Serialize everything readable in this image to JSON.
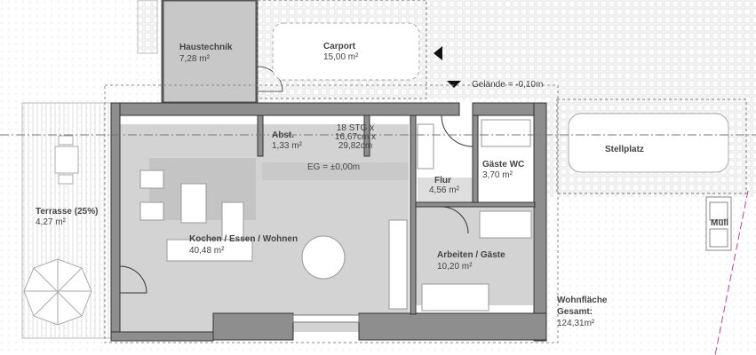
{
  "rooms": {
    "haustechnik": {
      "name": "Haustechnik",
      "area": "7,28 m²"
    },
    "carport": {
      "name": "Carport",
      "area": "15,00 m²"
    },
    "abst": {
      "name": "Abst.",
      "area": "1,33 m²"
    },
    "stairs": {
      "line1": "18 STG x",
      "line2": "16,67cm x",
      "line3": "29,82cm"
    },
    "gaeste_wc": {
      "name": "Gäste WC",
      "area": "3,70 m²"
    },
    "flur": {
      "name": "Flur",
      "area": "4,56 m²"
    },
    "terrasse": {
      "name": "Terrasse (25%)",
      "area": "4,27 m²"
    },
    "kochen": {
      "name": "Kochen / Essen / Wohnen",
      "area": "40,48 m²"
    },
    "arbeiten": {
      "name": "Arbeiten / Gäste",
      "area": "10,20 m²"
    },
    "stellplatz": {
      "name": "Stellplatz"
    },
    "muell": {
      "name": "Müll"
    }
  },
  "levels": {
    "gelaende": "Gelände = -0,10m",
    "eg": "EG = ±0,00m"
  },
  "summary": {
    "line1": "Wohnfläche",
    "line2": "Gesamt:",
    "line3": "124,31m²"
  },
  "colors": {
    "wall": "#8e8e8e",
    "floor": "#d3d3d3",
    "grid": "#e4e4e4",
    "accent": "#d0398f"
  }
}
